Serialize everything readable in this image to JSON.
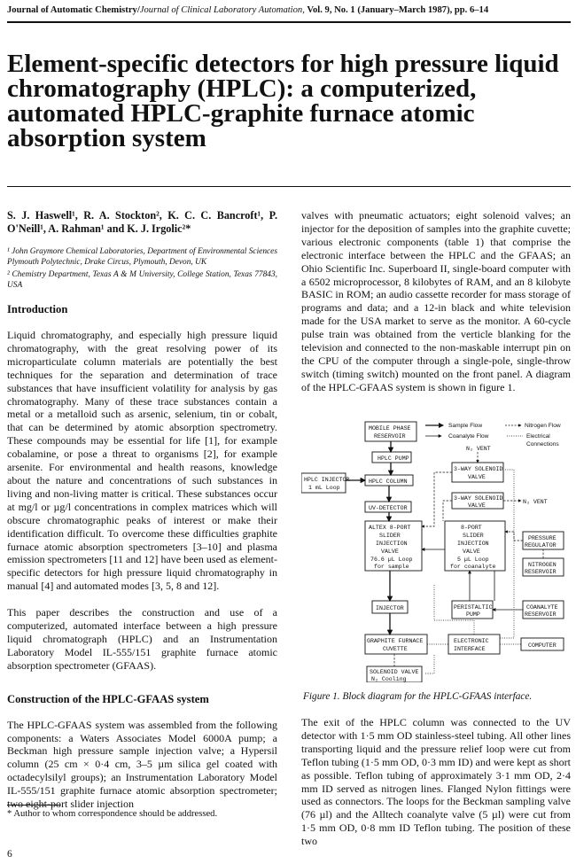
{
  "header": {
    "journal_bold": "Journal of Automatic Chemistry/",
    "journal_italic": "Journal of Clinical Laboratory Automation,",
    "citation": " Vol. 9, No. 1 (January–March 1987), pp. 6–14"
  },
  "title": "Element-specific detectors for high pressure liquid chromatography (HPLC): a computerized, automated HPLC-graphite furnace atomic absorption system",
  "authors": "S. J. Haswell¹, R. A. Stockton², K. C. C. Bancroft¹, P. O'Neill¹, A. Rahman¹ and K. J. Irgolic²*",
  "affiliations": [
    "¹ John Graymore Chemical Laboratories, Department of Environmental Sciences Plymouth Polytechnic, Drake Circus, Plymouth, Devon, UK",
    "² Chemistry Department, Texas A & M University, College Station, Texas 77843, USA"
  ],
  "introduction": {
    "heading": "Introduction",
    "p1": "Liquid chromatography, and especially high pressure liquid chromatography, with the great resolving power of its microparticulate column materials are potentially the best techniques for the separation and determination of trace substances that have insufficient volatility for analysis by gas chromatography. Many of these trace substances contain a metal or a metalloid such as arsenic, selenium, tin or cobalt, that can be determined by atomic absorption spectrometry. These compounds may be essential for life [1], for example cobalamine, or pose a threat to organisms [2], for example arsenite. For environmental and health reasons, knowledge about the nature and concentrations of such substances in living and non-living matter is critical. These substances occur at mg/l or µg/l concentrations in complex matrices which will obscure chromatographic peaks of interest or make their identification difficult. To overcome these difficulties graphite furnace atomic absorption spectrometers [3–10] and plasma emission spectrometers [11 and 12] have been used as element-specific detectors for high pressure liquid chromatography in manual [4] and automated modes [3, 5, 8 and 12].",
    "p2": "This paper describes the construction and use of a computerized, automated interface between a high pressure liquid chromatograph (HPLC) and an Instrumentation Laboratory Model IL-555/151 graphite furnace atomic absorption spectrometer (GFAAS)."
  },
  "construction": {
    "heading": "Construction of the HPLC-GFAAS system",
    "p1": "The HPLC-GFAAS system was assembled from the following components: a Waters Associates Model 6000A pump; a Beckman high pressure sample injection valve; a Hypersil column (25 cm × 0·4 cm, 3–5 µm silica gel coated with octadecylsilyl groups); an Instrumentation Laboratory Model IL-555/151 graphite furnace atomic absorption spectrometer; two eight-port slider injection"
  },
  "right": {
    "p1": "valves with pneumatic actuators; eight solenoid valves; an injector for the deposition of samples into the graphite cuvette; various electronic components (table 1) that comprise the electronic interface between the HPLC and the GFAAS; an Ohio Scientific Inc. Superboard II, single-board computer with a 6502 microprocessor, 8 kilobytes of RAM, and an 8 kilobyte BASIC in ROM; an audio cassette recorder for mass storage of programs and data; and a 12-in black and white television made for the USA market to serve as the monitor. A 60-cycle pulse train was obtained from the verticle blanking for the television and connected to the non-maskable interrupt pin on the CPU of the computer through a single-pole, single-throw switch (timing switch) mounted on the front panel. A diagram of the HPLC-GFAAS system is shown in figure 1.",
    "caption": "Figure 1. Block diagram for the HPLC-GFAAS interface.",
    "p2": "The exit of the HPLC column was connected to the UV detector with 1·5 mm OD stainless-steel tubing. All other lines transporting liquid and the pressure relief loop were cut from Teflon tubing (1·5 mm OD, 0·3 mm ID) and were kept as short as possible. Teflon tubing of approximately 3·1 mm OD, 2·4 mm ID served as nitrogen lines. Flanged Nylon fittings were used as connectors. The loops for the Beckman sampling valve (76 µl) and the Alltech coanalyte valve (5 µl) were cut from 1·5 mm OD, 0·8 mm ID Teflon tubing. The position of these two"
  },
  "figure": {
    "legend": {
      "sample_flow": "Sample Flow",
      "coanalyte_flow": "Coanalyte Flow",
      "nitrogen_flow": "Nitrogen Flow",
      "electrical": "Electrical",
      "connections": "Connections"
    },
    "boxes": {
      "mobile_phase": [
        "MOBILE PHASE",
        "RESERVOIR"
      ],
      "hplc_pump": [
        "HPLC PUMP"
      ],
      "hplc_injector": [
        "HPLC INJECTOR",
        "1 mL Loop"
      ],
      "hplc_column": [
        "HPLC COLUMN"
      ],
      "uv_detector": [
        "UV-DETECTOR"
      ],
      "altex": [
        "ALTEX 8-PORT",
        "SLIDER",
        "INJECTION",
        "VALVE",
        "76.6 µL Loop",
        "for sample"
      ],
      "slider8": [
        "8-PORT",
        "SLIDER",
        "INJECTION",
        "VALVE",
        "5 µL Loop",
        "for coanalyte"
      ],
      "sol3a": [
        "3-WAY SOLENOID",
        "VALVE"
      ],
      "sol3b": [
        "3-WAY SOLENOID",
        "VALVE"
      ],
      "pressure_reg": [
        "PRESSURE",
        "REGULATOR"
      ],
      "nitrogen_res": [
        "NITROGEN",
        "RESERVOIR"
      ],
      "injector": [
        "INJECTOR"
      ],
      "peristaltic": [
        "PERISTALTIC",
        "PUMP"
      ],
      "coanalyte_res": [
        "COANALYTE",
        "RESERVOIR"
      ],
      "graphite": [
        "GRAPHITE FURNACE",
        "CUVETTE"
      ],
      "electronic": [
        "ELECTRONIC",
        "INTERFACE"
      ],
      "computer": [
        "COMPUTER"
      ],
      "solenoid_valve": [
        "SOLENOID VALVE",
        "N₂ Cooling"
      ]
    },
    "n2_vent_top": "N₂ VENT",
    "n2_vent_side": "N₂ VENT"
  },
  "footnote": "* Author to whom correspondence should be addressed.",
  "page_number": "6"
}
